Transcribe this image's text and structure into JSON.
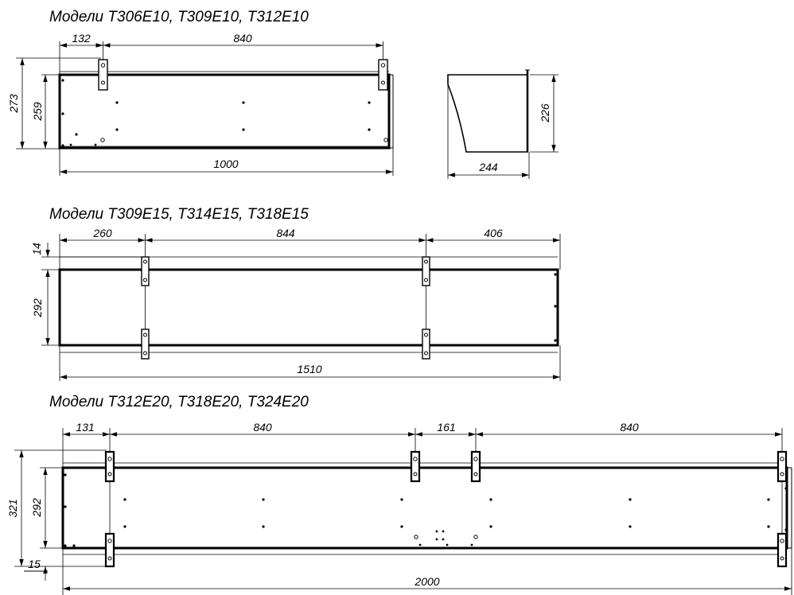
{
  "headings": {
    "group1": "Модели Т306Е10, Т309Е10, Т312Е10",
    "group2": "Модели Т309Е15, Т314Е15, Т318Е15",
    "group3": "Модели Т312Е20, Т318Е20, Т324Е20"
  },
  "dimensions": {
    "g1": {
      "bracket_offset": "132",
      "bracket_spacing": "840",
      "overall_height": "273",
      "body_height": "259",
      "overall_length": "1000",
      "side_height": "226",
      "side_depth": "244"
    },
    "g2": {
      "bracket_offset": "260",
      "bracket_spacing": "844",
      "right_overhang": "406",
      "top_offset": "14",
      "body_height": "292",
      "overall_length": "1510"
    },
    "g3": {
      "bracket_offset": "131",
      "bracket_spacing_1": "840",
      "bracket_gap": "161",
      "bracket_spacing_2": "840",
      "overall_height": "321",
      "body_height": "292",
      "bottom_offset": "15",
      "overall_length": "2000"
    }
  }
}
